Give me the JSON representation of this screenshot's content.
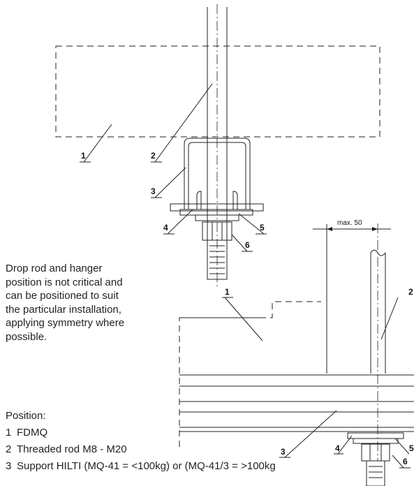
{
  "callouts": {
    "top": [
      "1",
      "2",
      "3",
      "4",
      "5",
      "6"
    ],
    "bottom": [
      "1",
      "2",
      "3",
      "4",
      "5",
      "6"
    ]
  },
  "dimension": "max. 50",
  "note": "Drop rod and hanger position is not critical and can be positioned to suit the particular installation, applying symmetry where possible.",
  "legend": {
    "heading": "Position:",
    "items": [
      {
        "num": "1",
        "text": "FDMQ"
      },
      {
        "num": "2",
        "text": "Threaded rod M8 - M20"
      },
      {
        "num": "3",
        "text": "Support HILTI (MQ-41 = <100kg) or (MQ-41/3 = >100kg"
      }
    ]
  },
  "colors": {
    "line": "#231f20",
    "text": "#231f20"
  }
}
